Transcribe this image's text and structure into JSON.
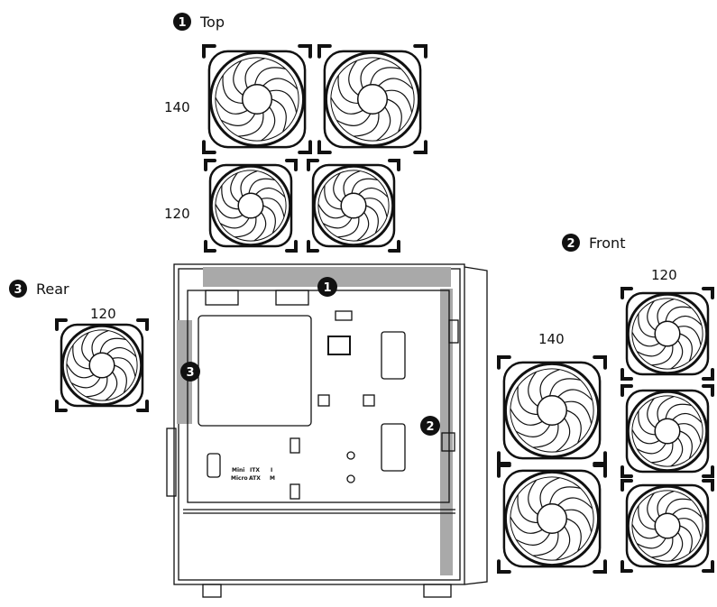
{
  "sections": {
    "top": {
      "number": "1",
      "label": "Top",
      "sizes": [
        "140",
        "120"
      ]
    },
    "front": {
      "number": "2",
      "label": "Front",
      "sizes": [
        "140",
        "120"
      ]
    },
    "rear": {
      "number": "3",
      "label": "Rear",
      "sizes": [
        "120"
      ]
    }
  },
  "case_markers": [
    "1",
    "2",
    "3"
  ],
  "motherboard_labels": {
    "mini": "Mini",
    "micro": "Micro",
    "itx": "ITX",
    "atx": "ATX",
    "i": "I",
    "m": "M"
  },
  "colors": {
    "highlight": "#a9a9a9",
    "line": "#111111"
  }
}
